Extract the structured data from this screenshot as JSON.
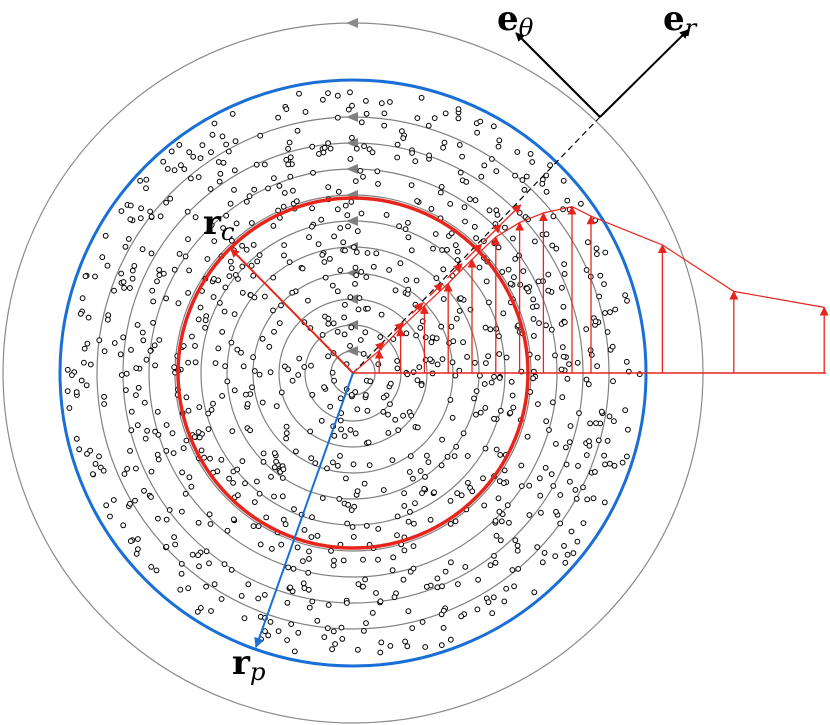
{
  "labels": {
    "e_theta": {
      "main": "e",
      "sub": "θ"
    },
    "e_r": {
      "main": "e",
      "sub": "r"
    },
    "r_c": {
      "main": "r",
      "sub": "c"
    },
    "r_p": {
      "main": "r",
      "sub": "p"
    }
  },
  "colors": {
    "particle_boundary": "#1a6fd6",
    "critical_radius": "#e8251c",
    "velocity_profile": "#e8251c",
    "streamlines": "#808080",
    "particles": "#000000",
    "basis_vectors": "#000000"
  },
  "velocity_profile": {
    "radius_fraction": [
      0.11,
      0.2,
      0.3,
      0.4,
      0.5,
      0.6,
      0.7,
      0.8,
      0.92,
      1.0,
      1.3,
      1.6,
      1.98
    ],
    "speed_fraction": [
      0.14,
      0.28,
      0.42,
      0.56,
      0.71,
      0.85,
      0.94,
      1.0,
      1.04,
      0.98,
      0.8,
      0.51,
      0.41
    ]
  },
  "streamline_count": 10,
  "particle_count": 1100
}
